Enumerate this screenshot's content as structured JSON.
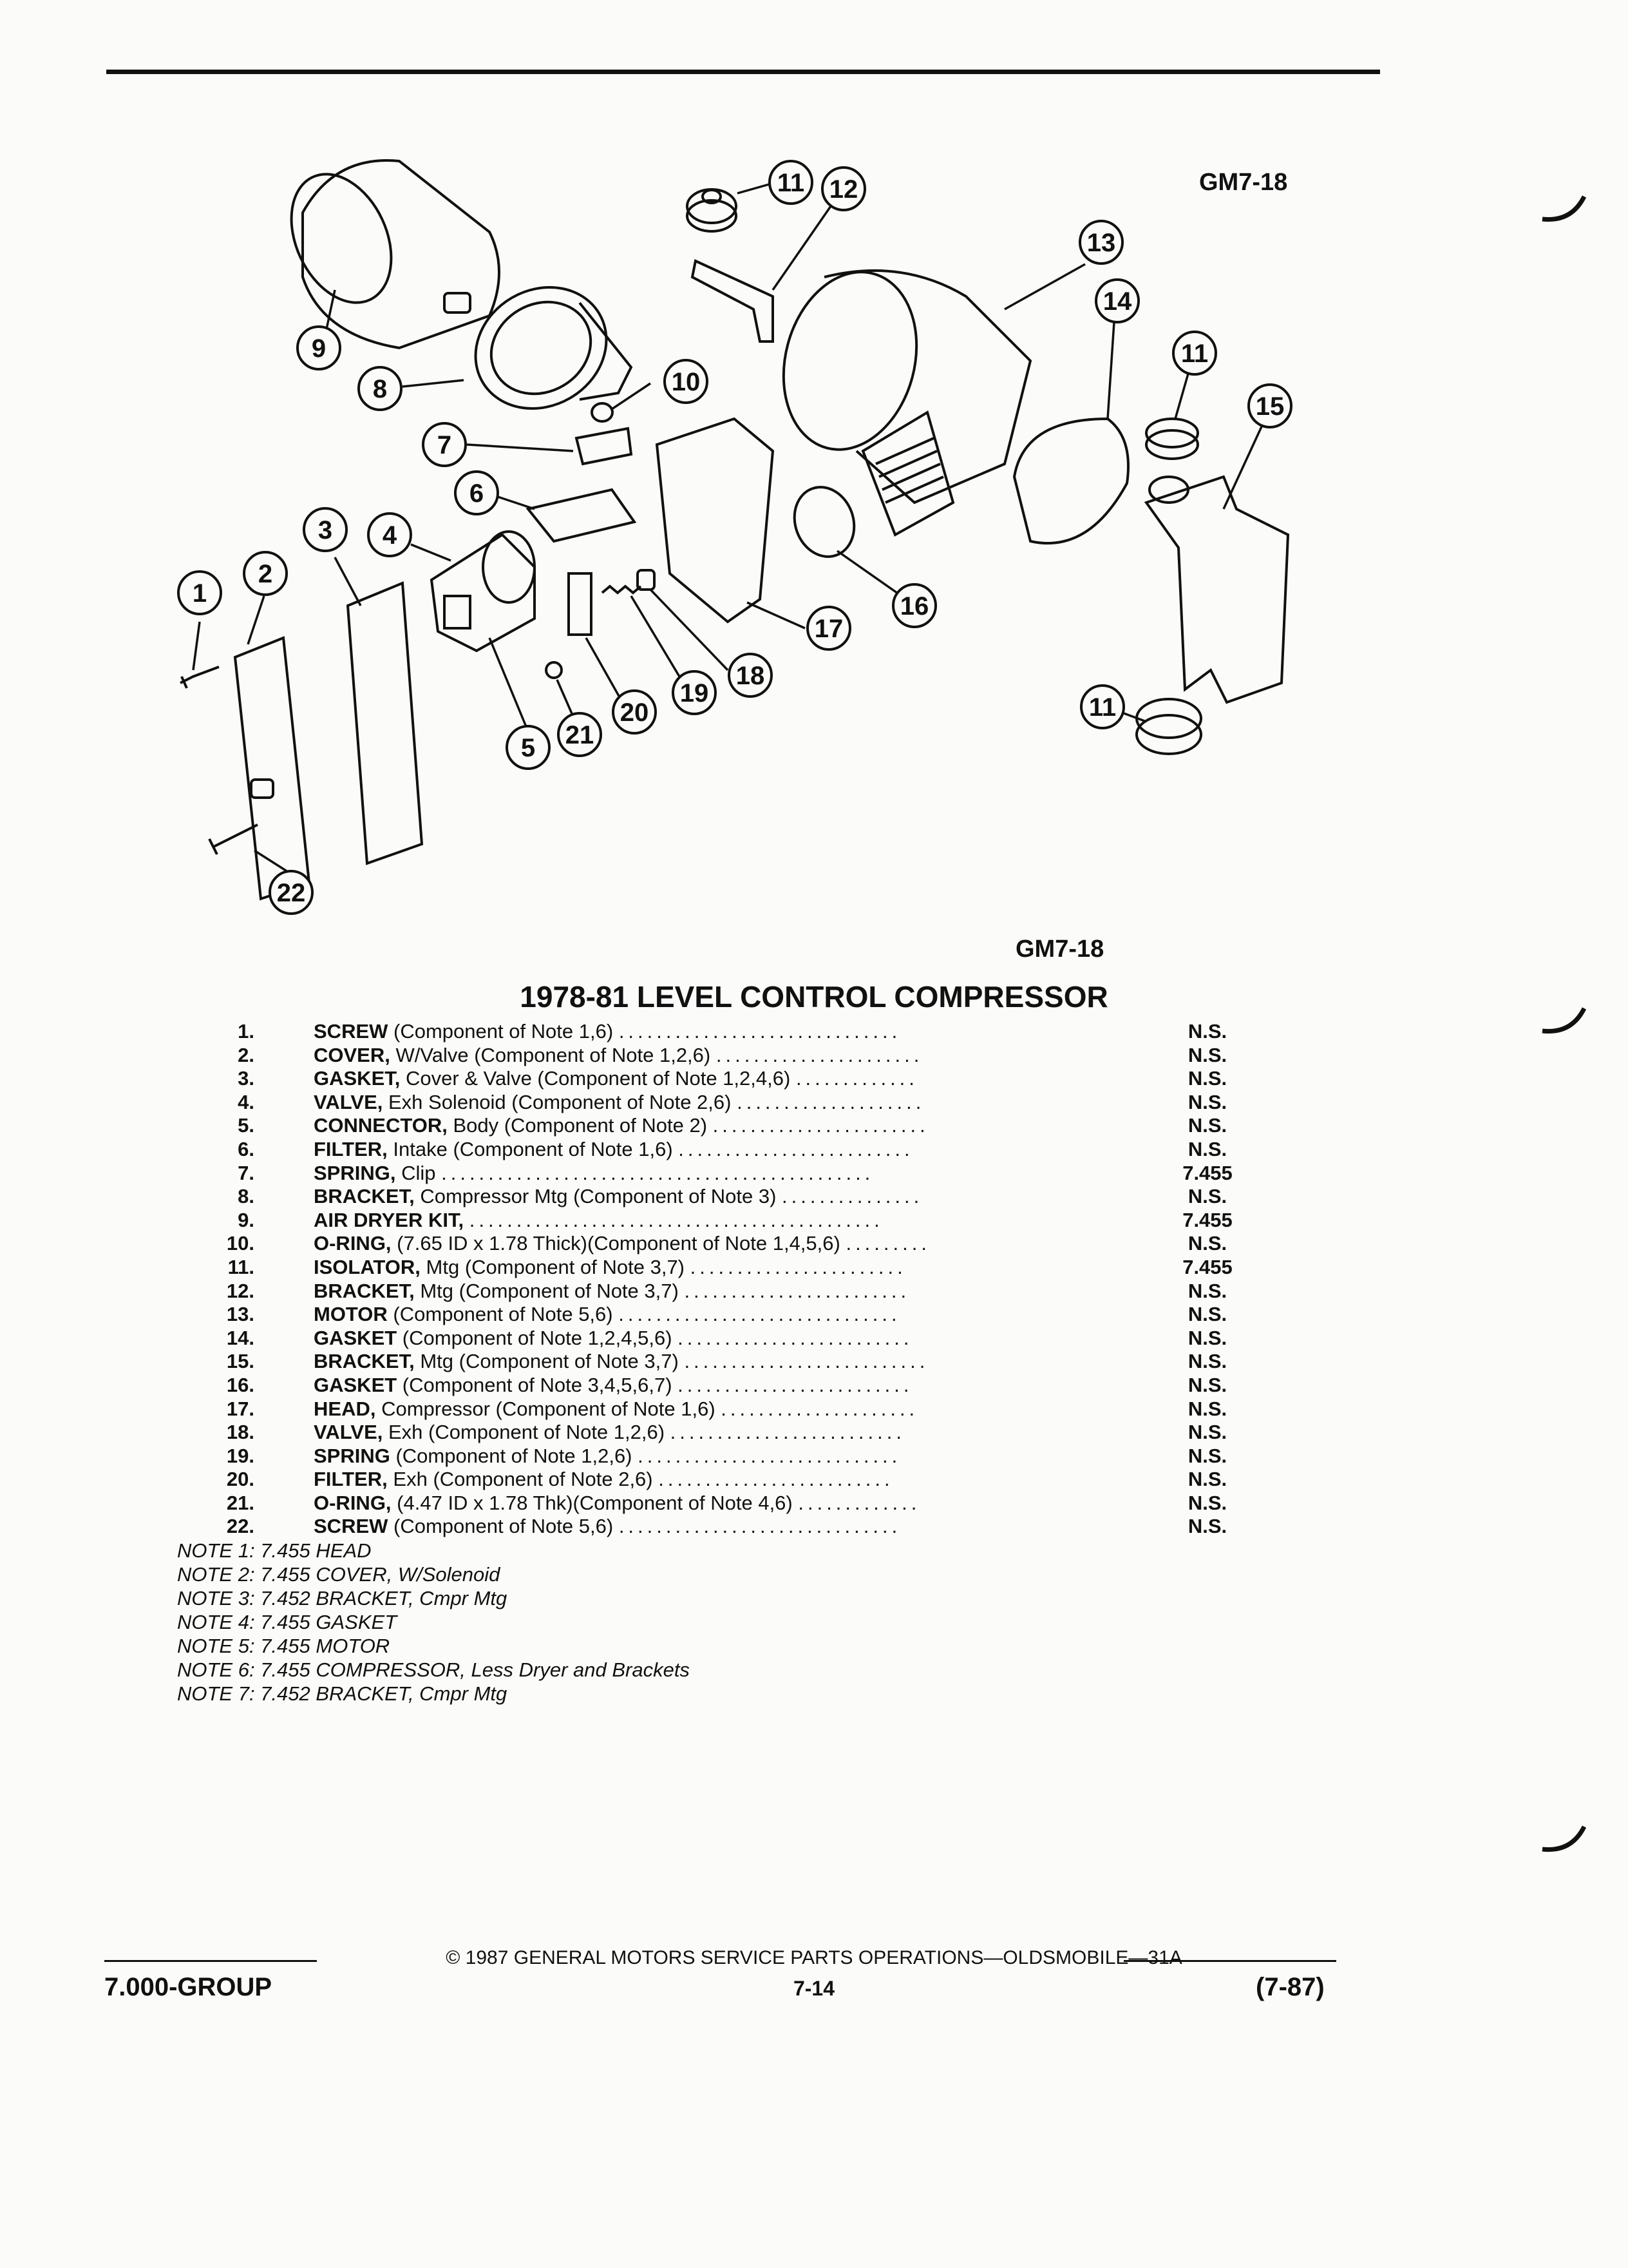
{
  "figure": {
    "code_top": "GM7-18",
    "code_bottom": "GM7-18",
    "callouts": [
      "1",
      "2",
      "3",
      "4",
      "5",
      "6",
      "7",
      "8",
      "9",
      "10",
      "11",
      "11",
      "11",
      "12",
      "13",
      "14",
      "15",
      "16",
      "17",
      "18",
      "19",
      "20",
      "21",
      "22"
    ]
  },
  "section_title": "1978-81 LEVEL CONTROL COMPRESSOR",
  "parts": [
    {
      "num": "1.",
      "name": "SCREW",
      "detail": " (Component of Note 1,6) ",
      "code": "N.S."
    },
    {
      "num": "2.",
      "name": "COVER,",
      "detail": " W/Valve (Component of Note 1,2,6) ",
      "code": "N.S."
    },
    {
      "num": "3.",
      "name": "GASKET,",
      "detail": " Cover & Valve (Component of Note 1,2,4,6) ",
      "code": "N.S."
    },
    {
      "num": "4.",
      "name": "VALVE,",
      "detail": " Exh Solenoid (Component of Note 2,6) ",
      "code": "N.S."
    },
    {
      "num": "5.",
      "name": "CONNECTOR,",
      "detail": " Body (Component of Note 2) ",
      "code": "N.S."
    },
    {
      "num": "6.",
      "name": "FILTER,",
      "detail": " Intake (Component of Note 1,6) ",
      "code": "N.S."
    },
    {
      "num": "7.",
      "name": "SPRING,",
      "detail": " Clip ",
      "code": "7.455"
    },
    {
      "num": "8.",
      "name": "BRACKET,",
      "detail": " Compressor Mtg (Component of Note 3) ",
      "code": "N.S."
    },
    {
      "num": "9.",
      "name": "AIR DRYER KIT,",
      "detail": " ",
      "code": "7.455"
    },
    {
      "num": "10.",
      "name": "O-RING,",
      "detail": " (7.65 ID x 1.78 Thick)(Component of Note 1,4,5,6) ",
      "code": "N.S."
    },
    {
      "num": "11.",
      "name": "ISOLATOR,",
      "detail": " Mtg (Component of Note 3,7) ",
      "code": "7.455"
    },
    {
      "num": "12.",
      "name": "BRACKET,",
      "detail": " Mtg (Component of Note 3,7) ",
      "code": "N.S."
    },
    {
      "num": "13.",
      "name": "MOTOR",
      "detail": " (Component of Note 5,6) ",
      "code": "N.S."
    },
    {
      "num": "14.",
      "name": "GASKET",
      "detail": " (Component of Note 1,2,4,5,6) ",
      "code": "N.S."
    },
    {
      "num": "15.",
      "name": "BRACKET,",
      "detail": " Mtg (Component of Note 3,7) ",
      "code": "N.S."
    },
    {
      "num": "16.",
      "name": "GASKET",
      "detail": " (Component of Note 3,4,5,6,7) ",
      "code": "N.S."
    },
    {
      "num": "17.",
      "name": "HEAD,",
      "detail": " Compressor (Component of Note 1,6) ",
      "code": "N.S."
    },
    {
      "num": "18.",
      "name": "VALVE,",
      "detail": " Exh (Component of Note 1,2,6) ",
      "code": "N.S."
    },
    {
      "num": "19.",
      "name": "SPRING",
      "detail": " (Component of Note 1,2,6) ",
      "code": "N.S."
    },
    {
      "num": "20.",
      "name": "FILTER,",
      "detail": " Exh (Component of Note 2,6) ",
      "code": "N.S."
    },
    {
      "num": "21.",
      "name": "O-RING,",
      "detail": " (4.47 ID x 1.78 Thk)(Component of Note 4,6) ",
      "code": "N.S."
    },
    {
      "num": "22.",
      "name": "SCREW",
      "detail": " (Component of Note 5,6) ",
      "code": "N.S."
    }
  ],
  "notes": [
    "NOTE 1: 7.455 HEAD",
    "NOTE 2: 7.455 COVER, W/Solenoid",
    "NOTE 3: 7.452 BRACKET, Cmpr Mtg",
    "NOTE 4: 7.455 GASKET",
    "NOTE 5: 7.455 MOTOR",
    "NOTE 6: 7.455 COMPRESSOR, Less Dryer and Brackets",
    "NOTE 7: 7.452 BRACKET, Cmpr Mtg"
  ],
  "footer": {
    "copyright": "© 1987 GENERAL MOTORS SERVICE PARTS OPERATIONS—OLDSMOBILE—31A",
    "group": "7.000-GROUP",
    "page": "7-14",
    "date": "(7-87)"
  }
}
